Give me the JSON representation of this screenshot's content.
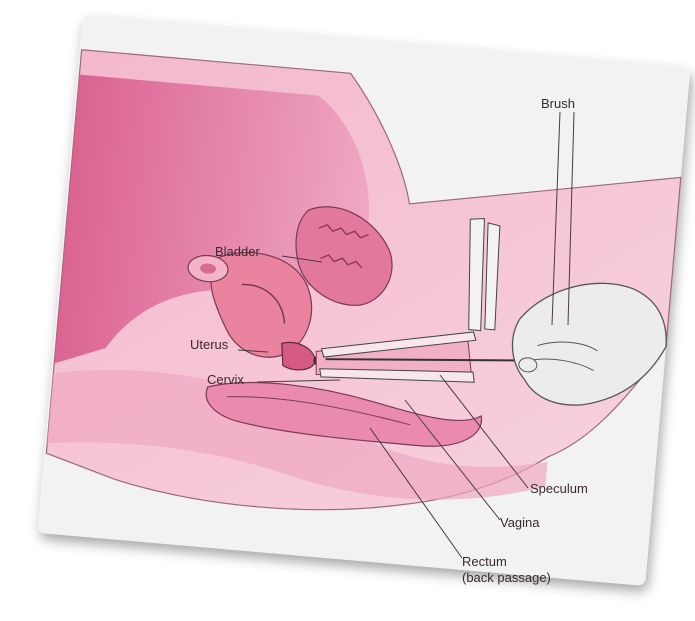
{
  "labels": {
    "brush": "Brush",
    "bladder": "Bladder",
    "uterus": "Uterus",
    "cervix": "Cervix",
    "speculum": "Speculum",
    "vagina": "Vagina",
    "rectum": "Rectum",
    "rectum_note": "(back passage)"
  },
  "colors": {
    "background_panel": "#f2f2f2",
    "tissue_light": "#f6c9d6",
    "tissue_mid": "#e98aae",
    "tissue_dark": "#cf4f80",
    "outline": "#5a3a46",
    "hand": "#e9e9e9"
  }
}
